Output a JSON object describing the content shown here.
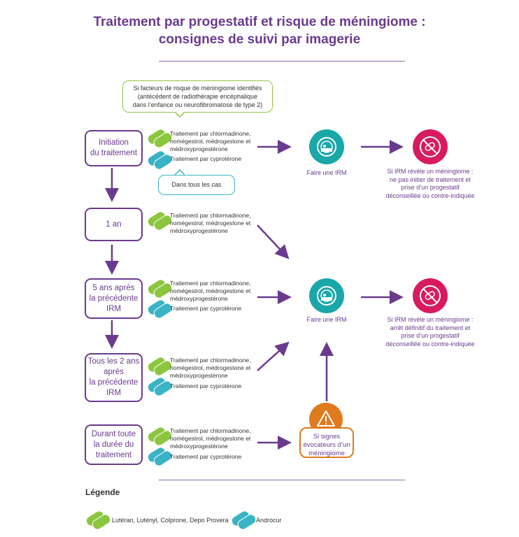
{
  "title": {
    "line1": "Traitement par progestatif et risque de méningiome :",
    "line2": "consignes de suivi par imagerie"
  },
  "risk_callout": "Si facteurs de risque de méningiome identifiés\n(antécédent de radiothérapie encéphalique\ndans l’enfance ou neurofibromatose de type 2)",
  "all_cases_callout": "Dans tous les cas",
  "steps": [
    {
      "label": "Initiation\ndu traitement"
    },
    {
      "label": "1 an"
    },
    {
      "label": "5 ans après\nla précédente\nIRM"
    },
    {
      "label": "Tous les 2 ans\naprès\nla précédente\nIRM"
    },
    {
      "label": "Durant toute\nla durée du\ntraitement"
    }
  ],
  "treatments": {
    "green": "Traitement par chlormadinone,\nnomégestrol, médrogestone et\nmédroxyprogestérone",
    "teal": "Traitement par cyprotérone"
  },
  "mri": {
    "label": "Faire une IRM"
  },
  "outcomes": {
    "top": "Si IRM révèle un méningiome :\nne pas initier de traitement et\nprise d’un progestatif\ndéconseillée ou contre-indiquée",
    "bottom": "Si IRM révèle un méningiome :\narrêt définitif du traitement et\nprise d’un progestatif\ndéconseillée ou contre-indiquée"
  },
  "warning": "Si signes\névocateurs d’un\nméningiome",
  "legend": {
    "title": "Légende",
    "green_label": "Lutéran, Lutényl, Colprone, Depo Provera",
    "teal_label": "Androcur"
  },
  "colors": {
    "purple": "#6b3a8e",
    "green": "#8cc63f",
    "teal": "#3ab3c6",
    "pink": "#d81b60",
    "orange": "#e07a1f"
  }
}
